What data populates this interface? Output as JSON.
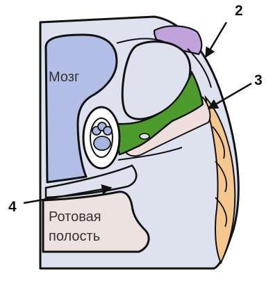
{
  "labels": {
    "brain": "Мозг",
    "oral_line1": "Ротовая",
    "oral_line2": "полость"
  },
  "callouts": {
    "c2": "2",
    "c3": "3",
    "c4": "4"
  },
  "colors": {
    "outline": "#111111",
    "tissue": "#dde2ee",
    "brain": "#b3bee6",
    "oral": "#ece2de",
    "pink": "#eedfdd",
    "purple": "#c0a3da",
    "green": "#4e9a2c",
    "orange": "#f5c68e",
    "eye_blue": "#a6b4de"
  }
}
